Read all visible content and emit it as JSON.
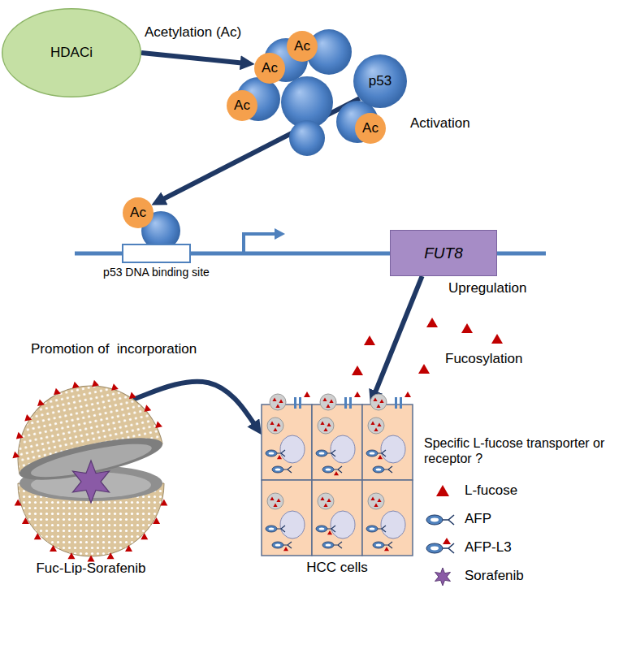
{
  "diagram": {
    "nodes": [
      {
        "text": [
          "HDACi"
        ]
      },
      {
        "text": [
          "Ac"
        ]
      },
      {
        "text": [
          "Ac"
        ]
      },
      {
        "text": [
          "p53"
        ]
      },
      {
        "text": [
          "Ac"
        ]
      },
      {
        "text": [
          "Ac"
        ]
      },
      {
        "text": [
          "Ac"
        ]
      },
      {
        "text": [
          "p53 DNA binding site"
        ]
      },
      {
        "text": [
          "FUT8"
        ]
      },
      {
        "text": [
          "Fuc-Lip-Sorafenib"
        ]
      },
      {
        "text": [
          "HCC cells"
        ]
      }
    ],
    "edges": [
      {
        "from": 0,
        "to": 2,
        "label": "Acetylation (Ac)",
        "arrow": "to"
      },
      {
        "from": 3,
        "to": 6,
        "arrow": "to"
      },
      {
        "from": 8,
        "to": 10,
        "arrow": "to"
      },
      {
        "from": 9,
        "to": 10,
        "label": "Promotion of  incorporation",
        "arrow": "to"
      }
    ],
    "labels": [
      "Activation",
      "Upregulation",
      "Fucosylation",
      "Specific L-fucose transporter or receptor ?"
    ],
    "legend": [
      {
        "text": "L-fucose"
      },
      {
        "text": "AFP"
      },
      {
        "text": "AFP-L3"
      },
      {
        "text": "Sorafenib"
      }
    ]
  }
}
